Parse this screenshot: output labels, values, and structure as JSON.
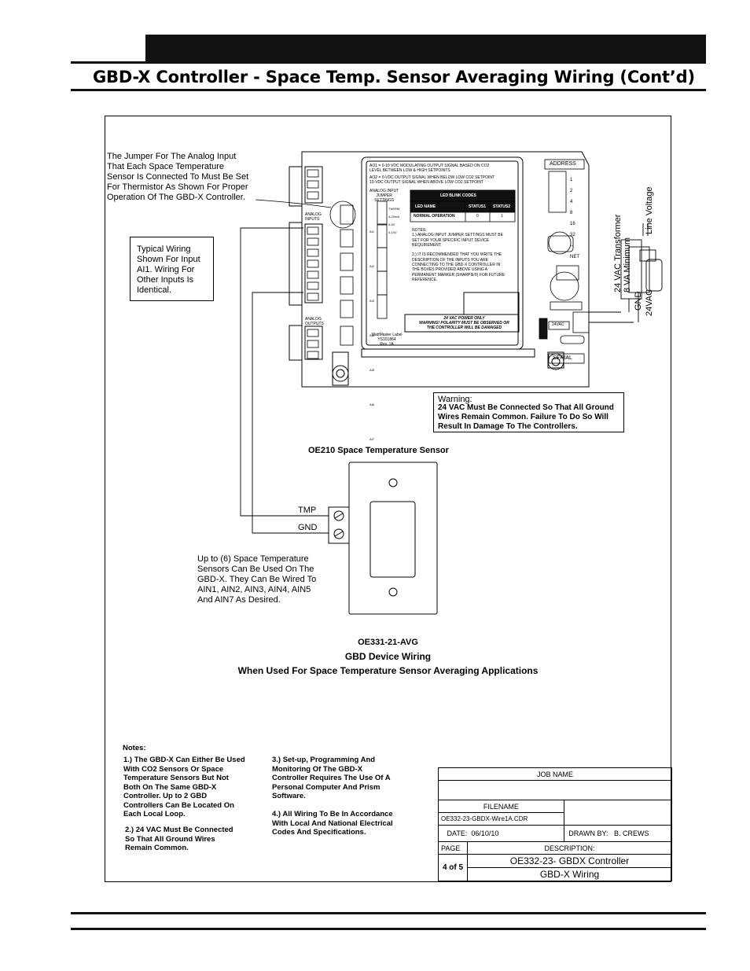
{
  "page": {
    "title": "GBD-X Controller - Space Temp. Sensor Averaging Wiring (Cont’d)"
  },
  "diagram": {
    "jumper_note": "The Jumper For The Analog Input\nThat Each Space Temperature\nSensor Is Connected To Must Be Set\nFor Thermistor As Shown For Proper\nOperation Of The GBD-X Controller.",
    "typical_wiring": "Typical Wiring\nShown For Input\n AI1. Wiring For\nOther Inputs Is\nIdentical.",
    "board_text": {
      "ao1": "AO1 = 0-10 VDC MODULATING OUTPUT SIGNAL BASED ON CO2\nLEVEL BETWEEN LOW & HIGH SETPOINTS",
      "ao2": "AO2 = 0-VDC OUTPUT SIGNAL WHEN BELOW LOW CO2 SETPOINT\n10-VDC OUTPUT SIGNAL WHEN ABOVE LOW CO2 SETPOINT",
      "analog_input_jumper": "ANALOG INPUT\nJUMPER\nSETTINGS",
      "led_blink_codes": "LED BLINK CODES",
      "led_name": "LED NAME",
      "status1": "STATUS1",
      "status2": "STATUS2",
      "normal_operation": "NORMAL OPERATION",
      "status1_value": "0",
      "status2_value": "1",
      "notes_text": "NOTES:\n1.) ANALOG INPUT JUMPER SETTINGS MUST BE\nSET FOR YOUR SPECIFIC INPUT DEVICE\nREQUIREMENT.\n\n2.) IT IS RECOMMENDED THAT YOU WRITE THE\nDESCRIPTION OF THE INPUTS YOU ARE\nCONNECTING TO THE GBD-X CONTROLLER IN\nTHE BOXES PROVIDED ABOVE USING A\nPERMANENT MARKER (SHARPIE®) FOR FUTURE\nREFERENCE.",
      "power_warning": "24 VAC POWER ONLY\nWARNING! POLARITY MUST BE OBSERVED OR\nTHE CONTROLLER WILL BE DAMAGED",
      "wattmaster": "WattMaster Label\nYS101864\nRev. 1A",
      "address": "ADDRESS",
      "address_values": [
        "1",
        "2",
        "4",
        "8",
        "16",
        "32",
        "--",
        "NET"
      ],
      "serial": "SERIAL",
      "volt24": "24VAC",
      "analog_inputs": "ANALOG INPUTS",
      "analog_outputs": "ANALOG OUTPUTS",
      "jumper_opts": [
        "THERM",
        "4-20mA",
        "0-5V",
        "0-10V"
      ],
      "ain_labels": [
        "AI1",
        "AI2",
        "AI3",
        "AI4",
        "AI5",
        "AI6",
        "AI7"
      ]
    },
    "transformer": "24 VAC Transformer\n8 VA Minimum",
    "line_voltage": "Line Voltage",
    "gnd": "GND",
    "vac24": "24VAC",
    "warning_title": "Warning:",
    "warning_body": "24 VAC Must Be Connected So That All Ground\nWires Remain Common. Failure To Do So Will\nResult In Damage To The Controllers.",
    "sensor_title": "OE210 Space Temperature Sensor",
    "tmp": "TMP",
    "sensor_gnd": "GND",
    "sensors_note": "Up to (6) Space Temperature\nSensors Can Be Used On The\nGBD-X. They Can Be Wired To\nAIN1, AIN2, AIN3, AIN4,  AIN5\nAnd AIN7 As Desired.",
    "caption1": "OE331-21-AVG",
    "caption2": "GBD Device Wiring",
    "caption3": "When Used For Space Temperature Sensor Averaging Applications"
  },
  "notes": {
    "heading": "Notes:",
    "n1": "1.) The GBD-X Can Either Be Used\n      With CO2 Sensors Or Space\n      Temperature Sensors But Not\n      Both On The Same GBD-X\n      Controller. Up to 2 GBD\n      Controllers Can Be Located On\n      Each Local Loop.",
    "n2": "2.) 24 VAC Must Be Connected\n      So That All Ground Wires\n      Remain Common.",
    "n3": "3.) Set-up, Programming And\n      Monitoring Of The GBD-X\n      Controller Requires The Use Of A\n      Personal Computer And Prism\n      Software.",
    "n4": "4.) All Wiring To Be In Accordance\n      With Local And National Electrical\n      Codes And Specifications."
  },
  "title_block": {
    "job_name": "JOB NAME",
    "filename_label": "FILENAME",
    "filename": "OE332-23-GBDX-Wire1A.CDR",
    "date_label": "DATE:",
    "date": "06/10/10",
    "drawn_by_label": "DRAWN BY:",
    "drawn_by": "B. CREWS",
    "page_label": "PAGE",
    "description_label": "DESCRIPTION:",
    "page": "4 of 5",
    "desc1": "OE332-23- GBDX Controller",
    "desc2": "GBD-X Wiring"
  }
}
